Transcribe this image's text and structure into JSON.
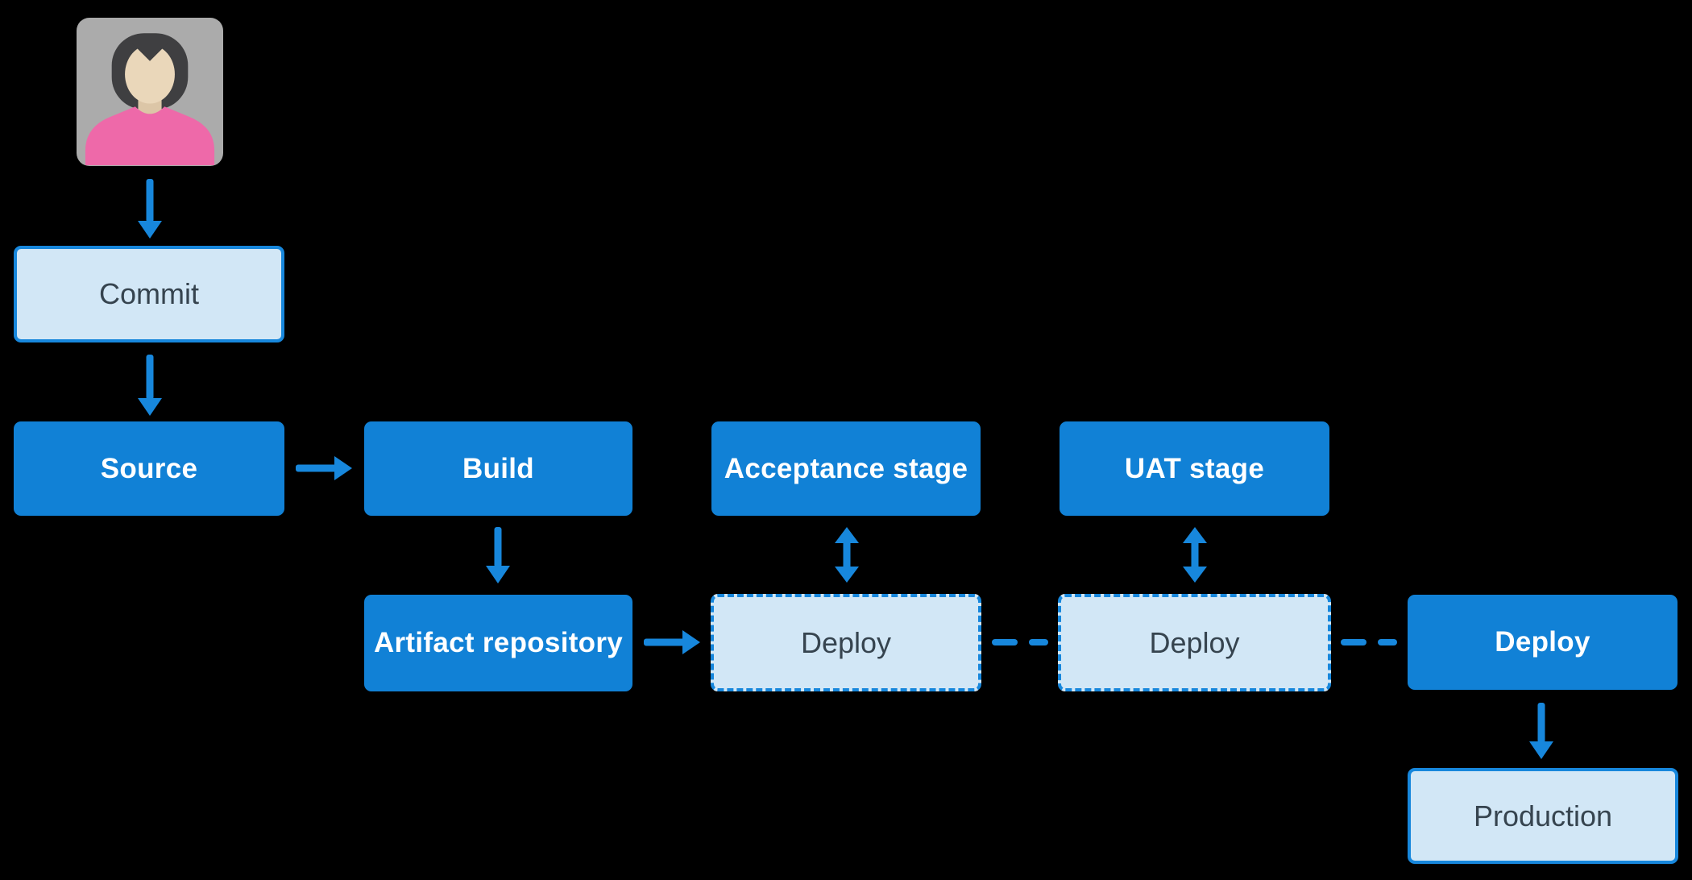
{
  "colors": {
    "background": "#000000",
    "box-blue": "#1181d6",
    "accent-blue": "#1787dc",
    "light-fill": "#d2e7f6",
    "dark-text": "#36444f",
    "white-text": "#ffffff",
    "avatar-bg": "#ababab",
    "avatar-hair": "#3f3f41",
    "avatar-skin": "#ead7ba",
    "avatar-neck": "#dcc6a7",
    "avatar-shirt": "#ee69a9"
  },
  "nodes": {
    "commit": {
      "label": "Commit",
      "style": "light-solid-border"
    },
    "source": {
      "label": "Source",
      "style": "solid"
    },
    "build": {
      "label": "Build",
      "style": "solid"
    },
    "acceptance": {
      "label": "Acceptance stage",
      "style": "solid"
    },
    "uat": {
      "label": "UAT stage",
      "style": "solid"
    },
    "artifact": {
      "label": "Artifact repository",
      "style": "solid"
    },
    "deploy1": {
      "label": "Deploy",
      "style": "dashed"
    },
    "deploy2": {
      "label": "Deploy",
      "style": "dashed"
    },
    "deploy3": {
      "label": "Deploy",
      "style": "solid"
    },
    "production": {
      "label": "Production",
      "style": "light-solid-border"
    }
  },
  "edges": [
    {
      "from": "user",
      "to": "commit",
      "type": "arrow-down"
    },
    {
      "from": "commit",
      "to": "source",
      "type": "arrow-down"
    },
    {
      "from": "source",
      "to": "build",
      "type": "arrow-right"
    },
    {
      "from": "build",
      "to": "artifact",
      "type": "arrow-down"
    },
    {
      "from": "artifact",
      "to": "deploy1",
      "type": "arrow-right"
    },
    {
      "from": "acceptance",
      "to": "deploy1",
      "type": "arrow-both-vertical"
    },
    {
      "from": "uat",
      "to": "deploy2",
      "type": "arrow-both-vertical"
    },
    {
      "from": "deploy1",
      "to": "deploy2",
      "type": "dashed-line"
    },
    {
      "from": "deploy2",
      "to": "deploy3",
      "type": "dashed-line"
    },
    {
      "from": "deploy3",
      "to": "production",
      "type": "arrow-down"
    }
  ]
}
